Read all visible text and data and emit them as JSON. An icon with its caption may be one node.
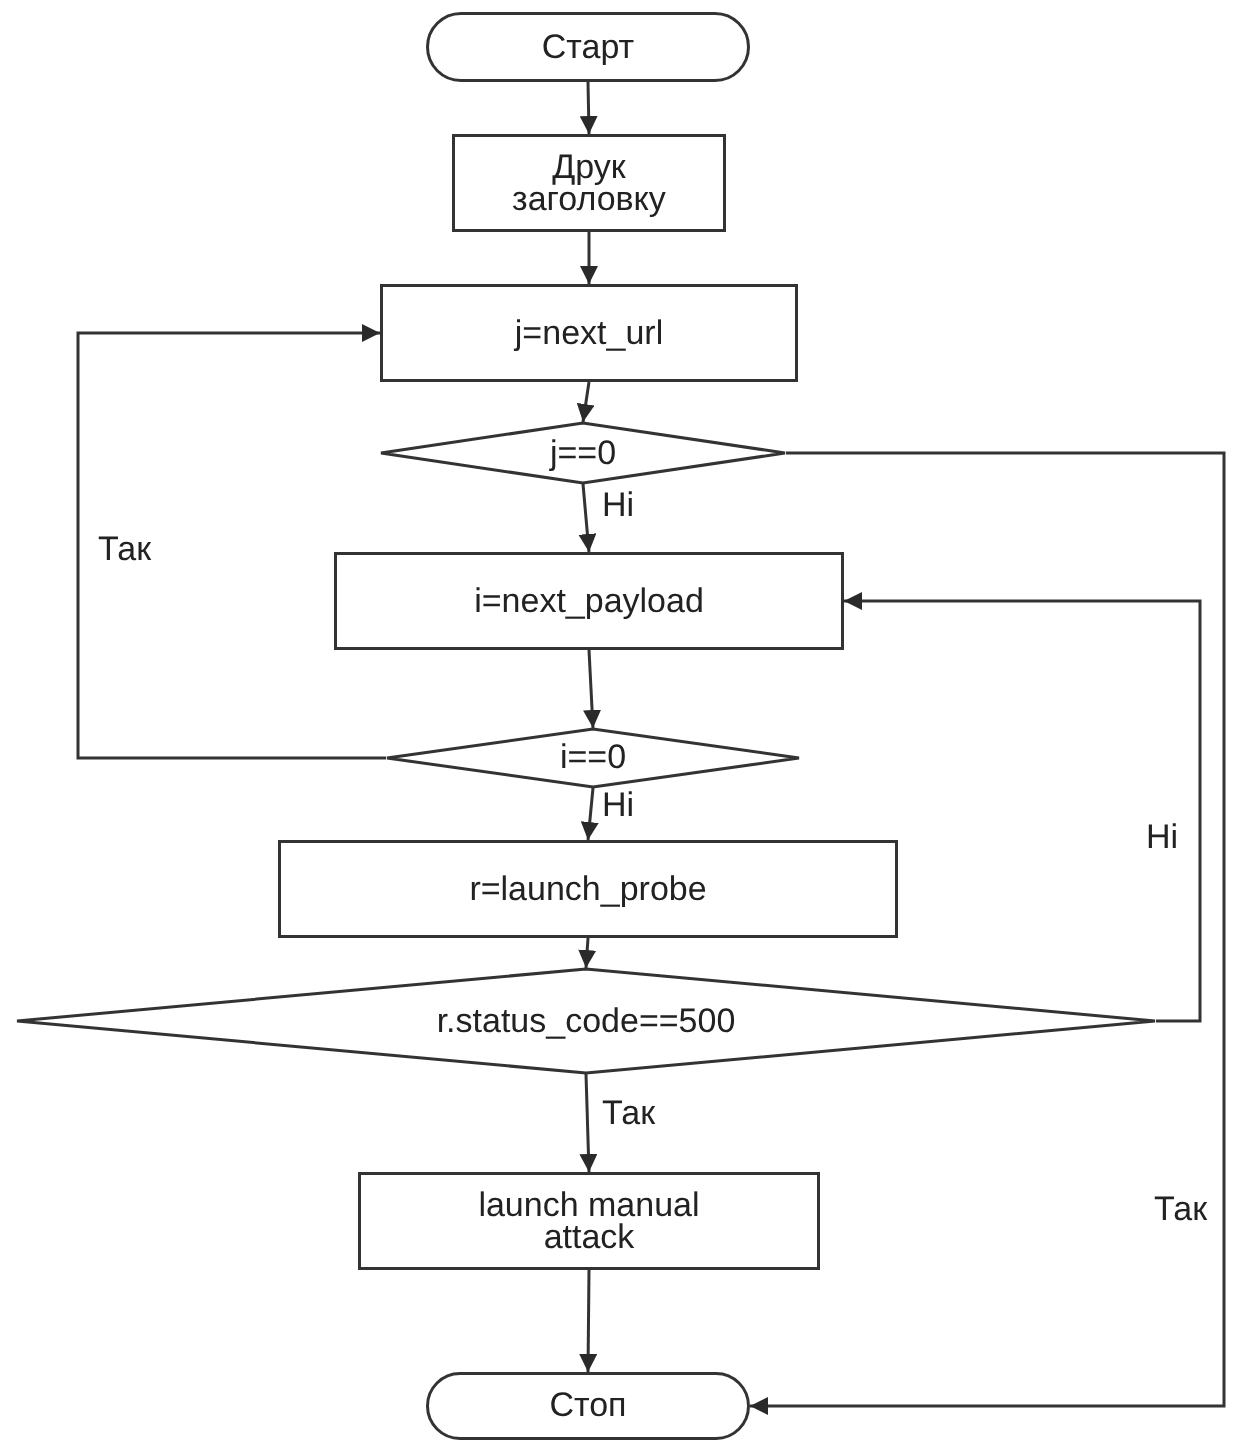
{
  "diagram": {
    "nodes": [
      {
        "text": [
          "Старт"
        ]
      },
      {
        "text": [
          "Друк заголовку"
        ]
      },
      {
        "text": [
          "j=next_url"
        ]
      },
      {
        "text": [
          "j==0"
        ]
      },
      {
        "text": [
          "i=next_payload"
        ]
      },
      {
        "text": [
          "i==0"
        ]
      },
      {
        "text": [
          "r=launch_probe"
        ]
      },
      {
        "text": [
          "r.status_code==500"
        ]
      },
      {
        "text": [
          "launch manual attack"
        ]
      },
      {
        "text": [
          "Стоп"
        ]
      }
    ],
    "edges": [
      {
        "from": 0,
        "to": 1,
        "arrow": "to"
      },
      {
        "from": 1,
        "to": 2,
        "arrow": "to"
      },
      {
        "from": 2,
        "to": 3,
        "arrow": "to"
      },
      {
        "from": 3,
        "to": 4,
        "arrow": "to",
        "label": "Ні"
      },
      {
        "from": 4,
        "to": 5,
        "arrow": "to"
      },
      {
        "from": 5,
        "to": 2,
        "arrow": "to",
        "label": "Так"
      },
      {
        "from": 5,
        "to": 6,
        "arrow": "to",
        "label": "Ні"
      },
      {
        "from": 6,
        "to": 7,
        "arrow": "to"
      },
      {
        "from": 7,
        "to": 4,
        "arrow": "to",
        "label": "Ні"
      },
      {
        "from": 7,
        "to": 8,
        "arrow": "to",
        "label": "Так"
      },
      {
        "from": 8,
        "to": 9,
        "arrow": "to"
      },
      {
        "from": 3,
        "to": 9,
        "arrow": "to",
        "label": "Так"
      }
    ]
  }
}
